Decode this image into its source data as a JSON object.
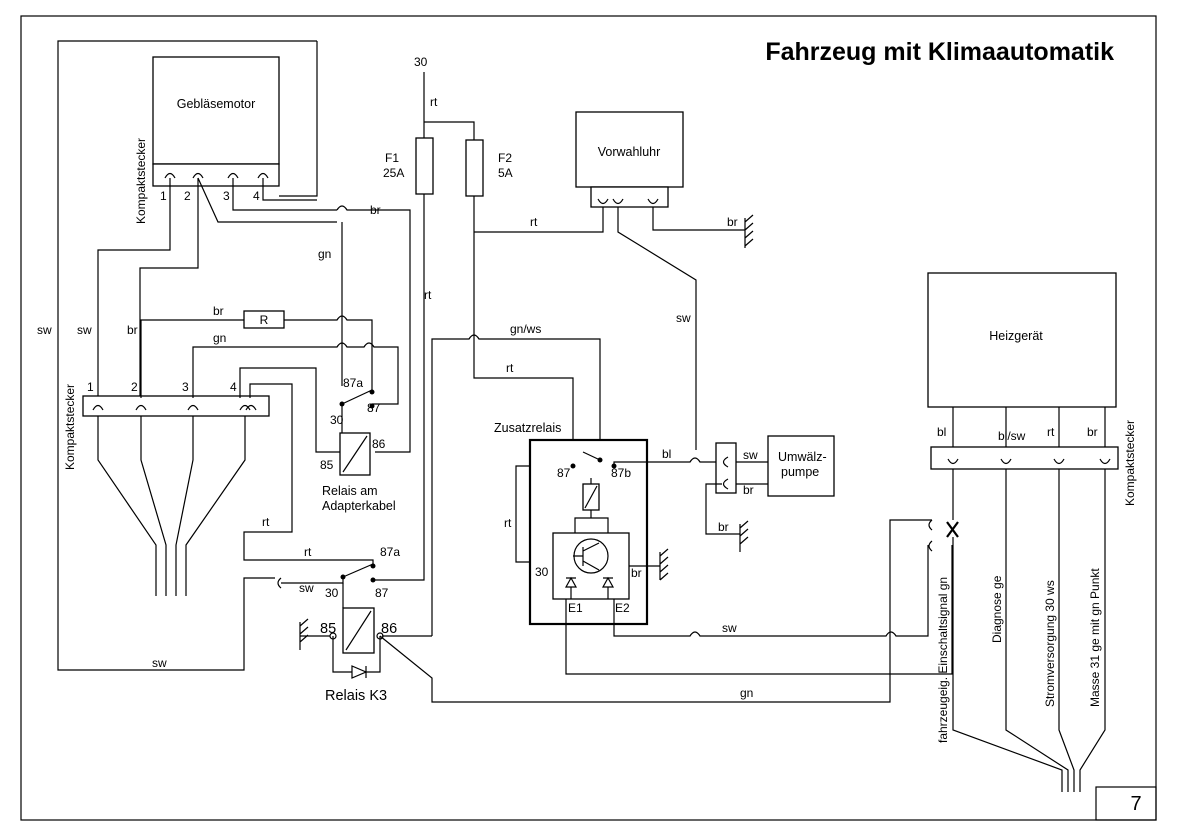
{
  "title": "Fahrzeug mit Klimaautomatik",
  "page_number": "7",
  "components": {
    "geblaesemotor": "Gebläsemotor",
    "vorwahluhr": "Vorwahluhr",
    "heizgeraet": "Heizgerät",
    "zusatzrelais": "Zusatzrelais",
    "umwaelzpumpe_line1": "Umwälz-",
    "umwaelzpumpe_line2": "pumpe",
    "relais_adapter_line1": "Relais am",
    "relais_adapter_line2": "Adapterkabel",
    "relais_k3": "Relais K3",
    "kompaktstecker": "Kompaktstecker",
    "resistor": "R"
  },
  "fuses": {
    "f1_name": "F1",
    "f1_rating": "25A",
    "f2_name": "F2",
    "f2_rating": "5A"
  },
  "terminals": {
    "t30": "30",
    "t85": "85",
    "t86": "86",
    "t87": "87",
    "t87a": "87a",
    "t87b": "87b",
    "e1": "E1",
    "e2": "E2"
  },
  "pins": [
    "1",
    "2",
    "3",
    "4"
  ],
  "wires": {
    "rt": "rt",
    "sw": "sw",
    "br": "br",
    "gn": "gn",
    "gnws": "gn/ws",
    "bl": "bl",
    "blsw": "bl/sw"
  },
  "heater_signals": {
    "einschaltsignal": "fahrzeugeig. Einschaltsignal gn",
    "diagnose": "Diagnose   ge",
    "stromversorgung": "Stromversorgung 30   ws",
    "masse": "Masse 31   ge mit gn Punkt"
  }
}
